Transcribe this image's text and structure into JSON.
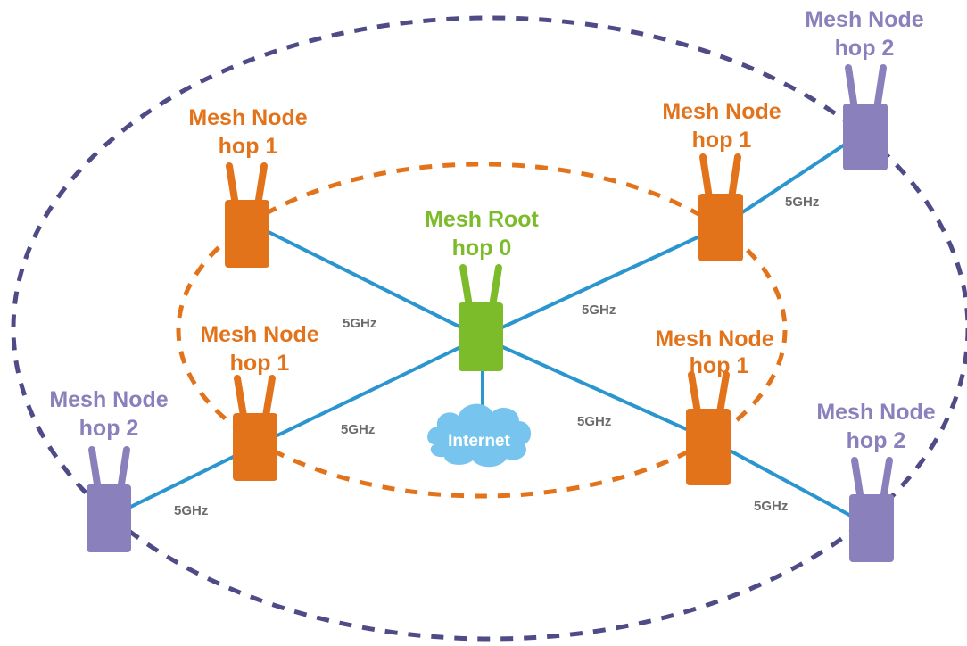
{
  "colors": {
    "root": "#7cbc2a",
    "hop1": "#e2731b",
    "hop2": "#8a80bc",
    "link": "#2b95cf",
    "outer_ring": "#4e4b86",
    "inner_ring": "#e2731b",
    "cloud": "#77c4ee",
    "link_label": "#6b6b6b"
  },
  "root": {
    "title": "Mesh Root",
    "hop": "hop 0"
  },
  "hop1_nodes": [
    {
      "title": "Mesh Node",
      "hop": "hop 1"
    },
    {
      "title": "Mesh Node",
      "hop": "hop 1"
    },
    {
      "title": "Mesh Node",
      "hop": "hop 1"
    },
    {
      "title": "Mesh Node",
      "hop": "hop 1"
    }
  ],
  "hop2_nodes": [
    {
      "title": "Mesh Node",
      "hop": "hop 2"
    },
    {
      "title": "Mesh Node",
      "hop": "hop 2"
    },
    {
      "title": "Mesh Node",
      "hop": "hop 2"
    }
  ],
  "internet": {
    "label": "Internet",
    "icon": "cloud-icon"
  },
  "links": [
    {
      "label": "5GHz"
    },
    {
      "label": "5GHz"
    },
    {
      "label": "5GHz"
    },
    {
      "label": "5GHz"
    },
    {
      "label": "5GHz"
    },
    {
      "label": "5GHz"
    },
    {
      "label": "5GHz"
    }
  ]
}
